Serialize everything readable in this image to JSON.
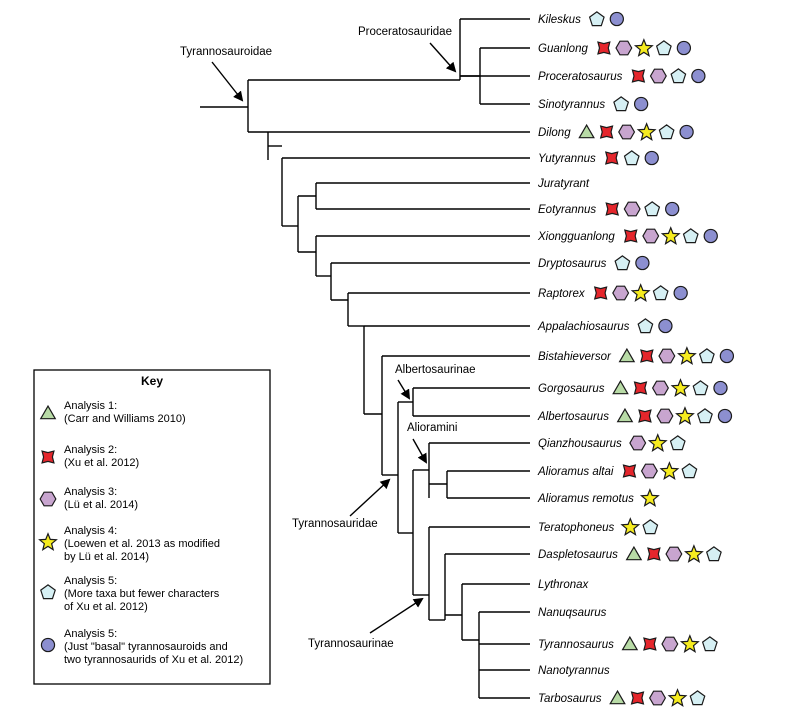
{
  "taxa": [
    {
      "name": "Kileskus",
      "symbols": [
        "cyan-pentagon",
        "blue-circle"
      ]
    },
    {
      "name": "Guanlong",
      "symbols": [
        "red-star",
        "purple-hexagon",
        "yellow-star",
        "cyan-pentagon",
        "blue-circle"
      ]
    },
    {
      "name": "Proceratosaurus",
      "symbols": [
        "red-star",
        "purple-hexagon",
        "cyan-pentagon",
        "blue-circle"
      ]
    },
    {
      "name": "Sinotyrannus",
      "symbols": [
        "cyan-pentagon",
        "blue-circle"
      ]
    },
    {
      "name": "Dilong",
      "symbols": [
        "green-triangle",
        "red-star",
        "purple-hexagon",
        "yellow-star",
        "cyan-pentagon",
        "blue-circle"
      ]
    },
    {
      "name": "Yutyrannus",
      "symbols": [
        "red-star",
        "cyan-pentagon",
        "blue-circle"
      ]
    },
    {
      "name": "Juratyrant",
      "symbols": []
    },
    {
      "name": "Eotyrannus",
      "symbols": [
        "red-star",
        "purple-hexagon",
        "cyan-pentagon",
        "blue-circle"
      ]
    },
    {
      "name": "Xiongguanlong",
      "symbols": [
        "red-star",
        "purple-hexagon",
        "yellow-star",
        "cyan-pentagon",
        "blue-circle"
      ]
    },
    {
      "name": "Dryptosaurus",
      "symbols": [
        "cyan-pentagon",
        "blue-circle"
      ]
    },
    {
      "name": "Raptorex",
      "symbols": [
        "red-star",
        "purple-hexagon",
        "yellow-star",
        "cyan-pentagon",
        "blue-circle"
      ]
    },
    {
      "name": "Appalachiosaurus",
      "symbols": [
        "cyan-pentagon",
        "blue-circle"
      ]
    },
    {
      "name": "Bistahieversor",
      "symbols": [
        "green-triangle",
        "red-star",
        "purple-hexagon",
        "yellow-star",
        "cyan-pentagon",
        "blue-circle"
      ]
    },
    {
      "name": "Gorgosaurus",
      "symbols": [
        "green-triangle",
        "red-star",
        "purple-hexagon",
        "yellow-star",
        "cyan-pentagon",
        "blue-circle"
      ]
    },
    {
      "name": "Albertosaurus",
      "symbols": [
        "green-triangle",
        "red-star",
        "purple-hexagon",
        "yellow-star",
        "cyan-pentagon",
        "blue-circle"
      ]
    },
    {
      "name": "Qianzhousaurus",
      "symbols": [
        "purple-hexagon",
        "yellow-star",
        "cyan-pentagon"
      ]
    },
    {
      "name": "Alioramus altai",
      "symbols": [
        "red-star",
        "purple-hexagon",
        "yellow-star",
        "cyan-pentagon"
      ]
    },
    {
      "name": "Alioramus remotus",
      "symbols": [
        "yellow-star"
      ]
    },
    {
      "name": "Teratophoneus",
      "symbols": [
        "yellow-star",
        "cyan-pentagon"
      ]
    },
    {
      "name": "Daspletosaurus",
      "symbols": [
        "green-triangle",
        "red-star",
        "purple-hexagon",
        "yellow-star",
        "cyan-pentagon"
      ]
    },
    {
      "name": "Lythronax",
      "symbols": []
    },
    {
      "name": "Nanuqsaurus",
      "symbols": []
    },
    {
      "name": "Tyrannosaurus",
      "symbols": [
        "green-triangle",
        "red-star",
        "purple-hexagon",
        "yellow-star",
        "cyan-pentagon"
      ]
    },
    {
      "name": "Nanotyrannus",
      "symbols": []
    },
    {
      "name": "Tarbosaurus",
      "symbols": [
        "green-triangle",
        "red-star",
        "purple-hexagon",
        "yellow-star",
        "cyan-pentagon"
      ]
    }
  ],
  "clade_labels": {
    "tyrannosauroidae": "Tyrannosauroidae",
    "proceratosauridae": "Proceratosauridae",
    "albertosaurinae": "Albertosaurinae",
    "alioramini": "Alioramini",
    "tyrannosauridae": "Tyrannosauridae",
    "tyrannosaurinae": "Tyrannosaurinae"
  },
  "key": {
    "title": "Key",
    "entries": [
      {
        "symbol": "green-triangle",
        "lines": [
          "Analysis 1:",
          "(Carr and Williams 2010)"
        ]
      },
      {
        "symbol": "red-star",
        "lines": [
          "Analysis 2:",
          "(Xu et al. 2012)"
        ]
      },
      {
        "symbol": "purple-hexagon",
        "lines": [
          "Analysis 3:",
          "(Lü et al. 2014)"
        ]
      },
      {
        "symbol": "yellow-star",
        "lines": [
          "Analysis 4:",
          "(Loewen et al. 2013 as modified",
          "by Lü et al. 2014)"
        ]
      },
      {
        "symbol": "cyan-pentagon",
        "lines": [
          "Analysis 5:",
          "(More taxa but fewer characters",
          "of Xu et al. 2012)"
        ]
      },
      {
        "symbol": "blue-circle",
        "lines": [
          "Analysis 5:",
          "(Just \"basal\" tyrannosauroids and",
          "two tyrannosaurids of Xu et al. 2012)"
        ]
      }
    ]
  },
  "colors": {
    "green-triangle": "#b8dba6",
    "red-star": "#e5262c",
    "purple-hexagon": "#c8a5cf",
    "yellow-star": "#f6ec1f",
    "cyan-pentagon": "#d6f0f4",
    "blue-circle": "#8c8fd0"
  }
}
